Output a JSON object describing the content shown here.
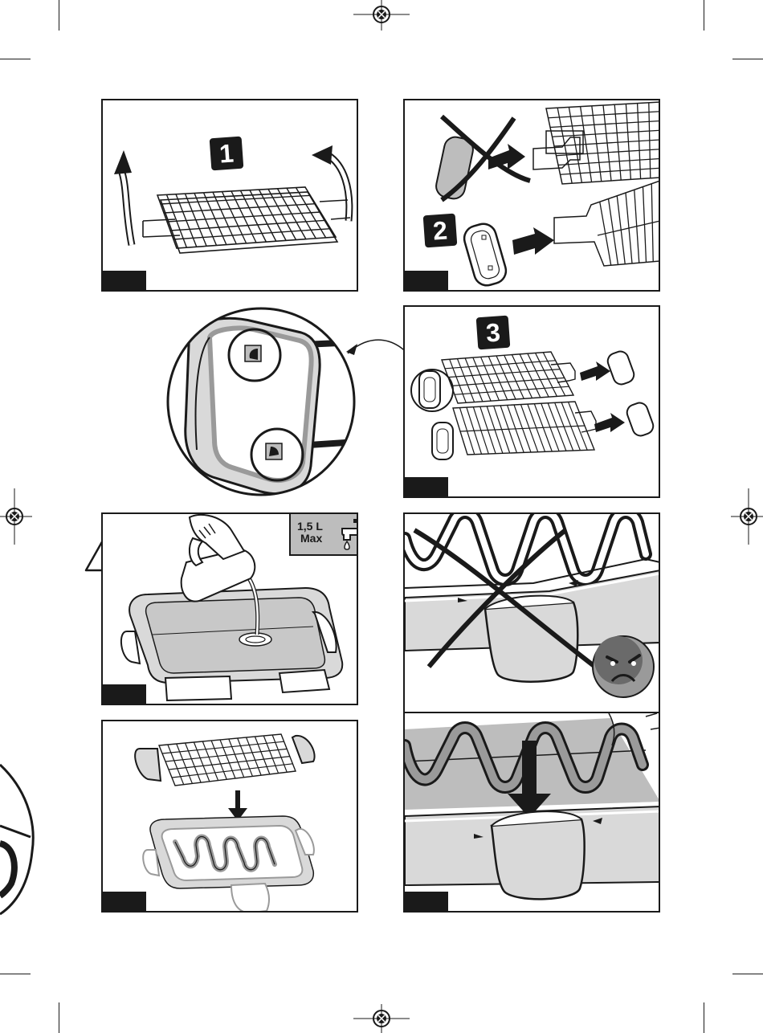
{
  "steps": {
    "step1": "1",
    "step2": "2",
    "step3": "3"
  },
  "fill_label": {
    "volume": "1,5 L",
    "max": "Max"
  },
  "warning_symbol": "!",
  "icons": {
    "registration": "crosshair-registration-mark",
    "warning": "warning-triangle-icon",
    "faucet": "faucet-icon",
    "angry_face": "angry-face-icon",
    "cross_out": "x-cross-icon",
    "arrow": "arrow-icon"
  },
  "colors": {
    "ink": "#1a1a1a",
    "grey_fill": "#bdbdbd",
    "light_grey": "#d9d9d9",
    "water": "#c8c8c8"
  }
}
